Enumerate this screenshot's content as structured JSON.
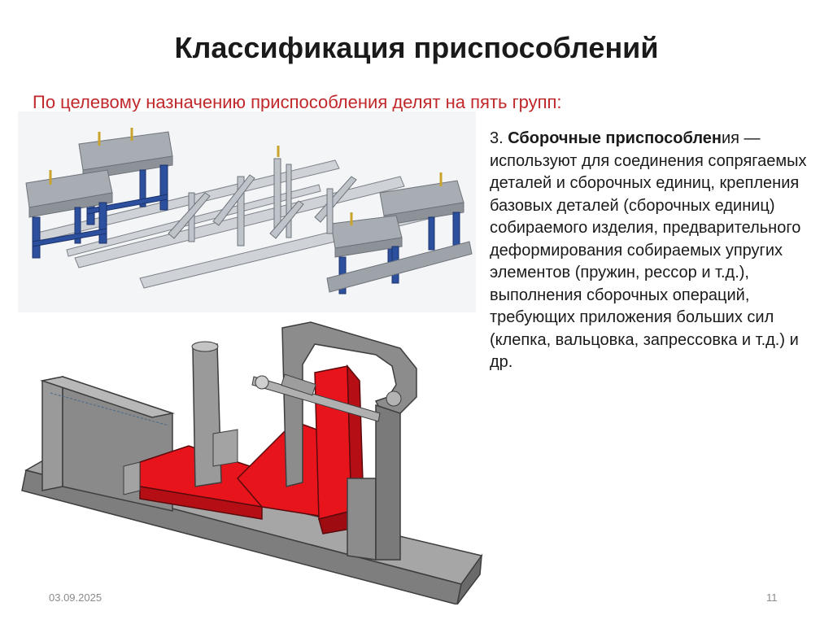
{
  "slide": {
    "title": "Классификация приспособлений",
    "subtitle": "По целевому назначению приспособления делят на пять групп:",
    "item": {
      "number": "3. ",
      "term_bold": "Сборочные приспособлен",
      "term_rest": "ия —",
      "description": " используют для соединения сопрягаемых деталей и сборочных единиц, крепления базовых деталей (сборочных единиц) собираемого изделия, предварительного деформирования собираемых упругих элементов (пружин, рессор и т.д.), выполнения сборочных операций, требующих приложения больших сил (клепка, вальцовка, запрессовка и т.д.) и др."
    },
    "footer": {
      "date": "03.09.2025",
      "page": "11"
    },
    "colors": {
      "title": "#1a1a1a",
      "subtitle": "#c0282a",
      "fixture_red": "#e8141c",
      "fixture_gray": "#8c8c8c",
      "frame_blue": "#2c4f9e"
    }
  }
}
